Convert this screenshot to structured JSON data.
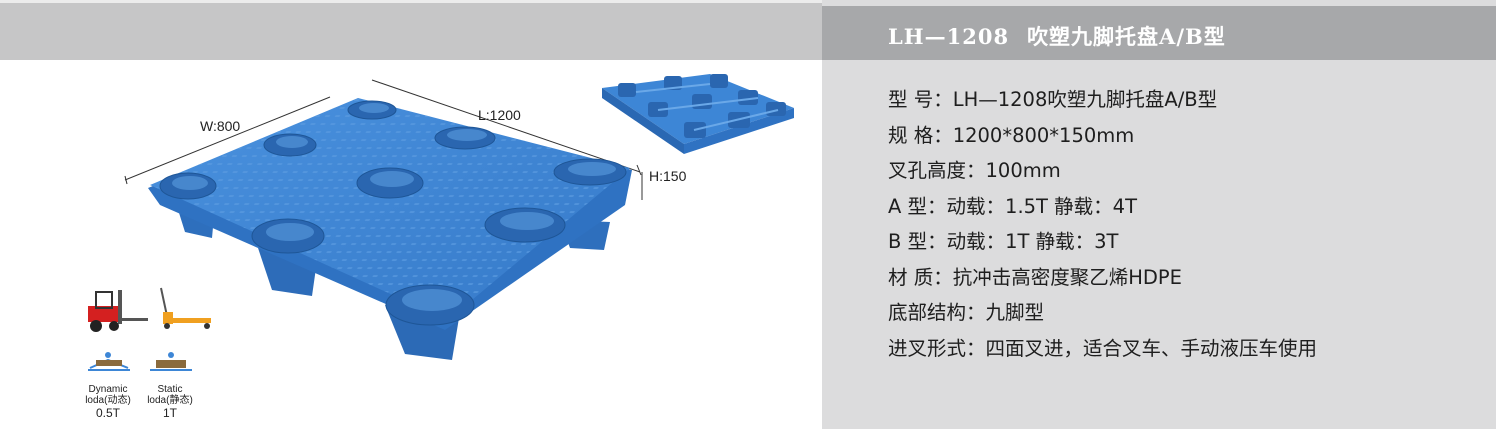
{
  "header": {
    "model_code": "LH—1208",
    "product_name": "吹塑九脚托盘A/B型"
  },
  "dimensions": {
    "width_label": "W:800",
    "length_label": "L:1200",
    "height_label": "H:150"
  },
  "load_icons": [
    {
      "line1": "Dynamic",
      "line2": "loda(动态)",
      "value": "0.5T"
    },
    {
      "line1": "Static",
      "line2": "loda(静态)",
      "value": "1T"
    }
  ],
  "specs": [
    "型  号：LH—1208吹塑九脚托盘A/B型",
    "规  格：1200*800*150mm",
    "叉孔高度：100mm",
    "A 型：动载：1.5T  静载：4T",
    "B 型：动载：1T  静载：3T",
    "材  质：抗冲击高密度聚乙烯HDPE",
    "底部结构：九脚型",
    "进叉形式：四面叉进，适合叉车、手动液压车使用"
  ],
  "colors": {
    "pallet_blue": "#3d86d6",
    "pallet_dark": "#2a68b3",
    "header_grey": "#a7a8aa",
    "panel_grey": "#dcdcdd"
  }
}
